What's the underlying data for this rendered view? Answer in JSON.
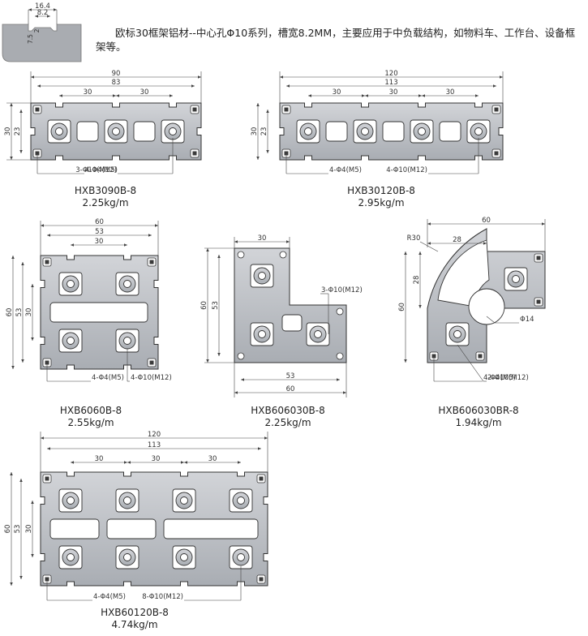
{
  "description": "欧标30框架铝材--中心孔Φ10系列，槽宽8.2MM，主要应用于中负载结构，如物料车、工作台、设备框架等。",
  "slot_detail": {
    "dims": [
      "16.4",
      "8.2",
      "2",
      "7.5"
    ]
  },
  "profiles": [
    {
      "id": "p3090",
      "name": "HXB3090B-8",
      "weight": "2.25kg/m",
      "dims": [
        "90",
        "83",
        "30",
        "30",
        "30",
        "23"
      ],
      "callouts": [
        "4-Φ4(M5)",
        "3-Φ10(M12)"
      ]
    },
    {
      "id": "p30120",
      "name": "HXB30120B-8",
      "weight": "2.95kg/m",
      "dims": [
        "120",
        "113",
        "30",
        "30",
        "30",
        "30",
        "23"
      ],
      "callouts": [
        "4-Φ4(M5)",
        "4-Φ10(M12)"
      ]
    },
    {
      "id": "p6060",
      "name": "HXB6060B-8",
      "weight": "2.55kg/m",
      "dims": [
        "60",
        "53",
        "30",
        "60",
        "53",
        "30"
      ],
      "callouts": [
        "4-Φ4(M5)",
        "4-Φ10(M12)"
      ]
    },
    {
      "id": "p606030",
      "name": "HXB606030B-8",
      "weight": "2.25kg/m",
      "dims": [
        "30",
        "60",
        "53",
        "53",
        "60"
      ],
      "callouts": [
        "3-Φ10(M12)"
      ]
    },
    {
      "id": "p606030br",
      "name": "HXB606030BR-8",
      "weight": "1.94kg/m",
      "dims": [
        "60",
        "R30",
        "28",
        "28",
        "60",
        "Φ14"
      ],
      "callouts": [
        "4-Φ4(M5)",
        "2-Φ10(M12)"
      ]
    },
    {
      "id": "p60120",
      "name": "HXB60120B-8",
      "weight": "4.74kg/m",
      "dims": [
        "120",
        "113",
        "30",
        "30",
        "30",
        "60",
        "53",
        "30"
      ],
      "callouts": [
        "4-Φ4(M5)",
        "8-Φ10(M12)"
      ]
    }
  ]
}
